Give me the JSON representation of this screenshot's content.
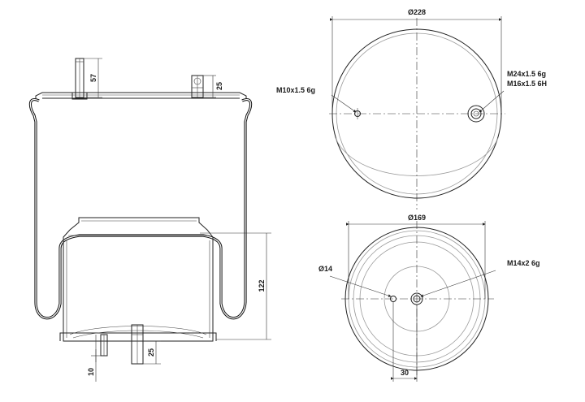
{
  "side_view": {
    "dim_top_stud_height": "57",
    "dim_top_nut_height": "25",
    "dim_piston_height": "122",
    "dim_bottom_nut_height": "25",
    "dim_bottom_pin_height": "10"
  },
  "top_view": {
    "diameter_label": "Ø228",
    "left_thread": "M10x1.5 6g",
    "right_thread_line1": "M24x1.5 6g",
    "right_thread_line2": "M16x1.5 6H"
  },
  "bottom_view": {
    "diameter_label": "Ø169",
    "hole_label": "Ø14",
    "thread_label": "M14x2 6g",
    "offset_label": "30"
  }
}
